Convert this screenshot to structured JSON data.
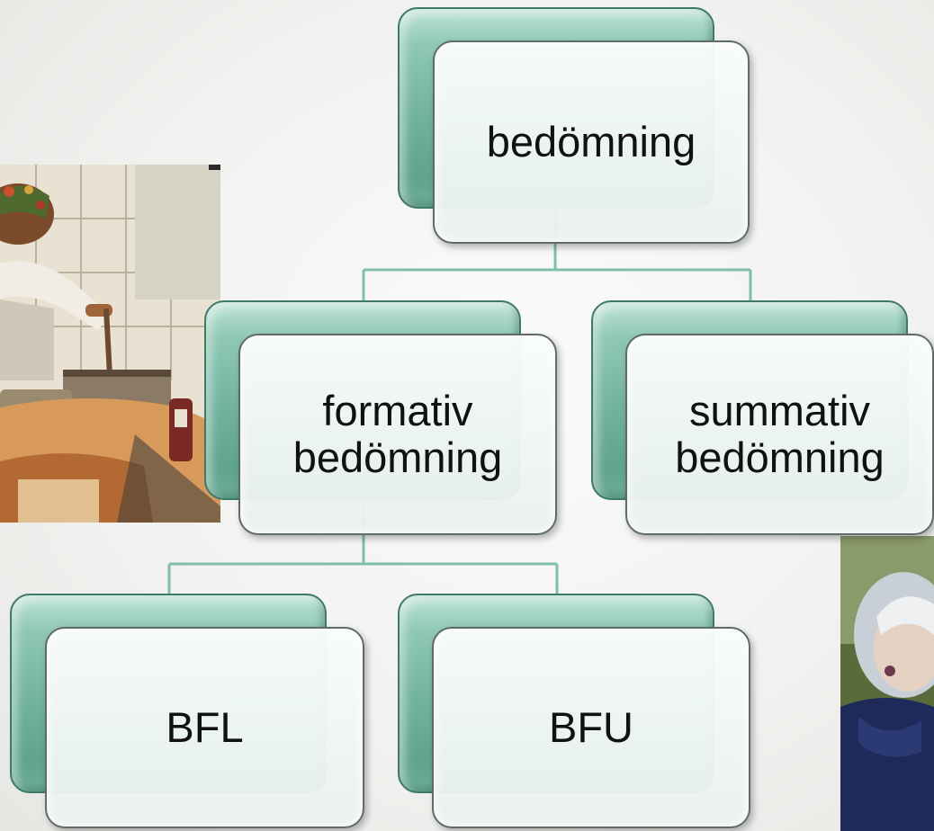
{
  "diagram": {
    "root": {
      "label": "bedömning"
    },
    "level2": [
      {
        "label": "formativ\nbedömning"
      },
      {
        "label": "summativ\nbedömning"
      }
    ],
    "level3": [
      {
        "label": "BFL"
      },
      {
        "label": "BFU"
      }
    ]
  },
  "colors": {
    "back_box": "#71b29d",
    "connector": "#7fbfa8",
    "front_box_border": "#5e6b66",
    "text": "#111111"
  },
  "photos": [
    {
      "name": "cooking-photo",
      "description_icon": "chef-cooking-image"
    },
    {
      "name": "child-photo",
      "description_icon": "child-image"
    }
  ]
}
